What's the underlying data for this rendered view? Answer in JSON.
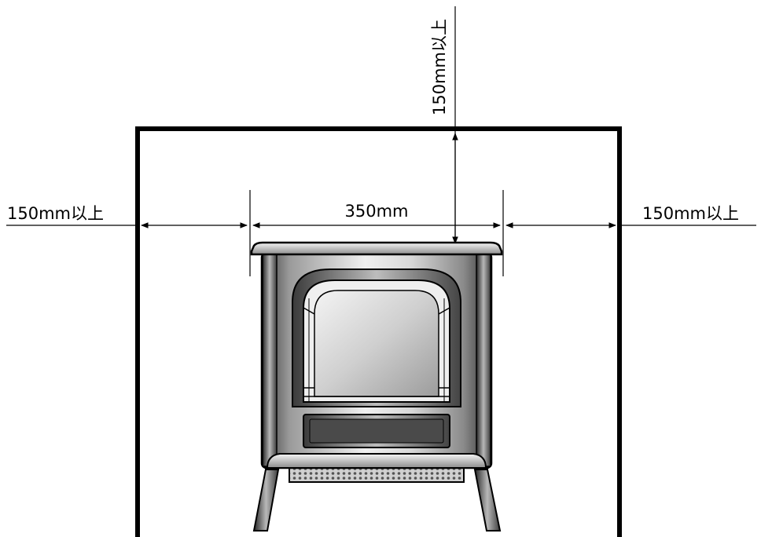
{
  "dimensions": {
    "top_clearance": "150mm以上",
    "left_clearance": "150mm以上",
    "right_clearance": "150mm以上",
    "product_width": "350mm"
  },
  "colors": {
    "line": "#000000",
    "stove_dark": "#2a2a2a",
    "stove_mid": "#8a8a8a",
    "stove_light": "#e6e6e6",
    "glass": "#dcdcdc",
    "background": "#ffffff"
  }
}
